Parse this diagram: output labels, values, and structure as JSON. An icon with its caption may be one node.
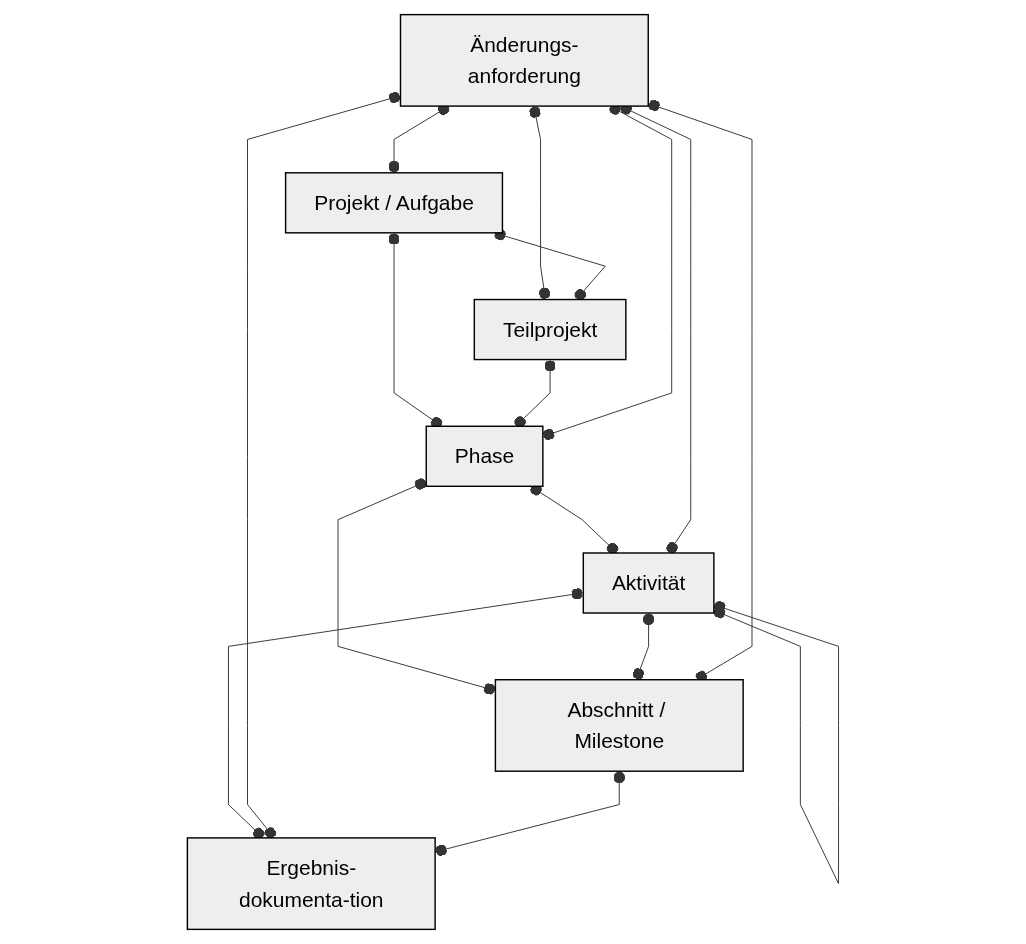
{
  "diagram": {
    "nodes": [
      {
        "text": [
          "Projekt / Aufgabe"
        ]
      },
      {
        "text": [
          "Teilprojekt"
        ]
      },
      {
        "text": [
          "Änderungs-anforderung"
        ]
      },
      {
        "text": [
          "Phase"
        ]
      },
      {
        "text": [
          "Abschnitt / Milestone"
        ]
      },
      {
        "text": [
          "Aktivität"
        ]
      },
      {
        "text": [
          "Ergebnis-dokumenta-tion"
        ]
      }
    ],
    "edges": [
      {
        "from": 2,
        "to": 1,
        "arrow": "other"
      },
      {
        "from": 2,
        "to": 0,
        "arrow": "other"
      },
      {
        "from": 0,
        "to": 1,
        "arrow": "other"
      },
      {
        "from": 0,
        "to": 3,
        "arrow": "other"
      },
      {
        "from": 1,
        "to": 3,
        "arrow": "other"
      },
      {
        "from": 2,
        "to": 3,
        "arrow": "other"
      },
      {
        "from": 3,
        "to": 4,
        "arrow": "other"
      },
      {
        "from": 3,
        "to": 5,
        "arrow": "other"
      },
      {
        "from": 2,
        "to": 5,
        "arrow": "other"
      },
      {
        "from": 5,
        "to": 4,
        "arrow": "other"
      },
      {
        "from": 5,
        "to": 5,
        "arrow": "other"
      },
      {
        "from": 5,
        "to": 6,
        "arrow": "other"
      },
      {
        "from": 2,
        "to": 6,
        "arrow": "other"
      },
      {
        "from": 4,
        "to": 6,
        "arrow": "other"
      },
      {
        "from": 2,
        "to": 4,
        "arrow": "other"
      }
    ]
  }
}
